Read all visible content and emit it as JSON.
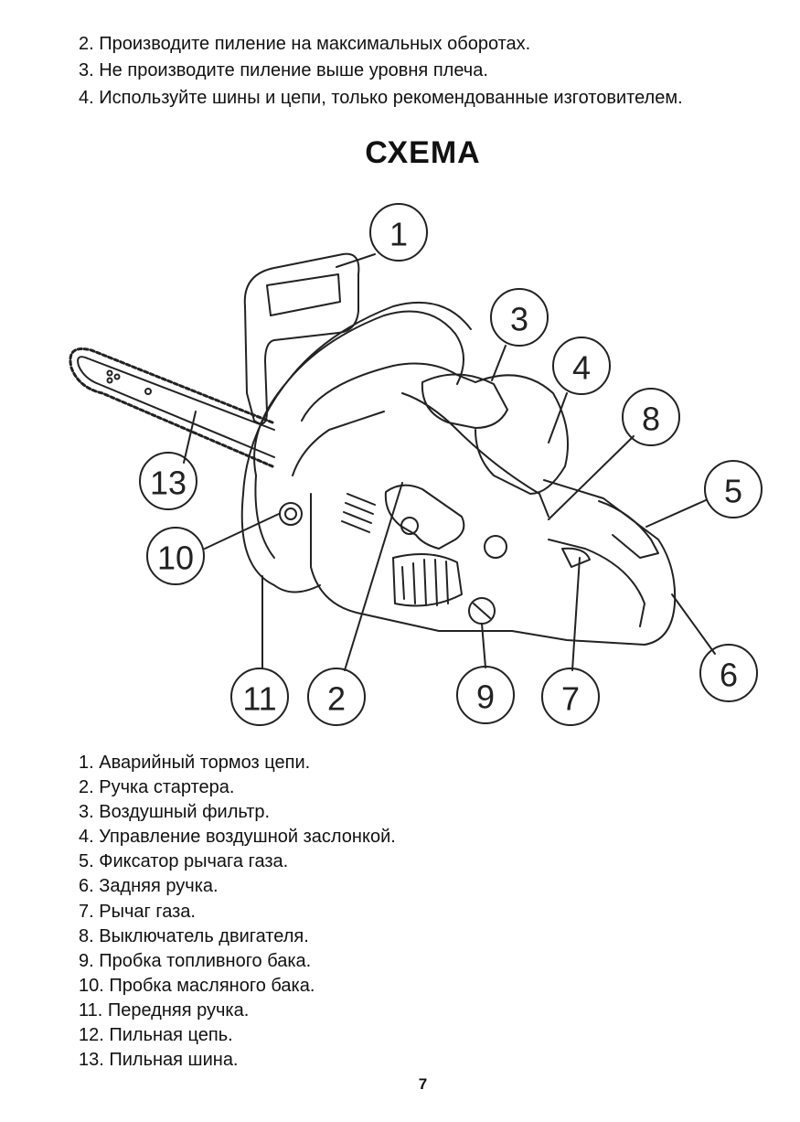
{
  "rules": [
    "2. Производите пиление на максимальных оборотах.",
    "3. Не производите пиление выше уровня плеча.",
    "4. Используйте шины и цепи, только рекомендованные изготовителем."
  ],
  "heading": "СХЕМА",
  "callouts": [
    "1",
    "2",
    "3",
    "4",
    "5",
    "6",
    "7",
    "8",
    "9",
    "10",
    "11",
    "13"
  ],
  "legend": [
    "1.  Аварийный тормоз цепи.",
    "2. Ручка стартера.",
    "3. Воздушный фильтр.",
    "4. Управление воздушной заслонкой.",
    "5. Фиксатор рычага газа.",
    "6. Задняя ручка.",
    "7. Рычаг газа.",
    "8. Выключатель двигателя.",
    "9. Пробка топливного бака.",
    "10. Пробка масляного бака.",
    "11. Передняя ручка.",
    "12. Пильная цепь.",
    "13. Пильная шина."
  ],
  "page_number": "7"
}
